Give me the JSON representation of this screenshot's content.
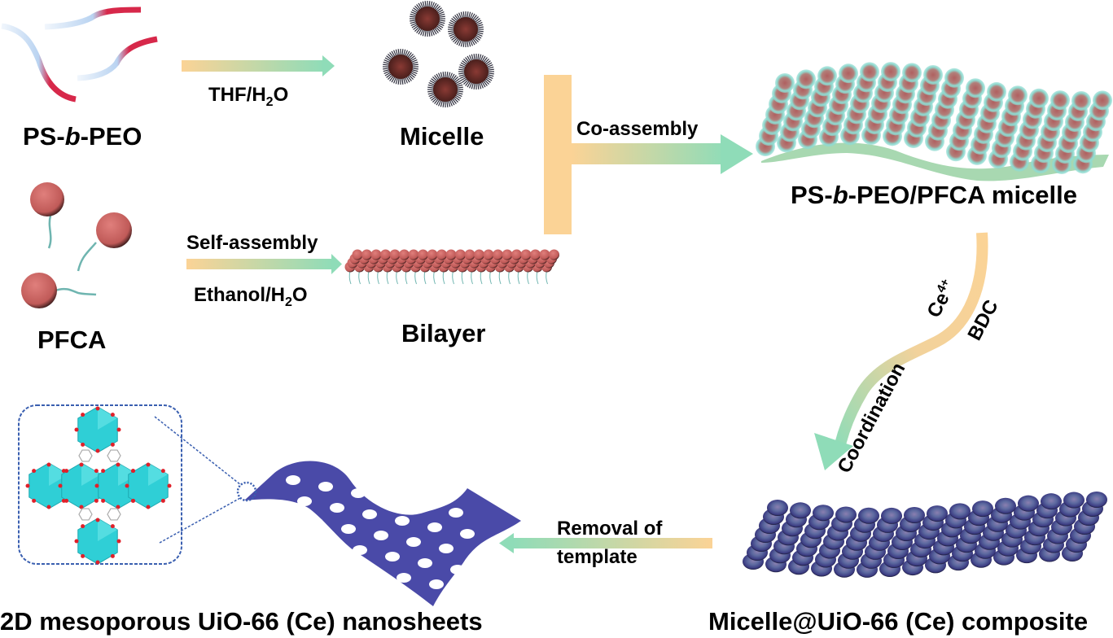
{
  "title": "Synthesis scheme of 2D mesoporous UiO-66 (Ce) nanosheets",
  "colors": {
    "arrow_start": "#fbd396",
    "arrow_end": "#8fdcb8",
    "ps_block": "#b9d3f1",
    "peo_block": "#d7284a",
    "pfca_head": "#c8605e",
    "pfca_tail": "#6fb5b0",
    "micelle_core": "#6b2f2a",
    "sheet_micelle_shell": "#8fdad0",
    "mof_cluster": "#2fcfd6",
    "oxygen": "#e0202a",
    "nanosheet": "#4a4aa8",
    "inset_border": "#3a5fb0"
  },
  "nodes": {
    "ps_b_peo": {
      "prefix": "PS-",
      "italic": "b",
      "suffix": "-PEO"
    },
    "micelle": {
      "label": "Micelle"
    },
    "pfca": {
      "label": "PFCA"
    },
    "bilayer": {
      "label": "Bilayer"
    },
    "composite_micelle": {
      "prefix": "PS-",
      "italic": "b",
      "suffix": "-PEO/PFCA micelle"
    },
    "composite": {
      "label": "Micelle@UiO-66 (Ce) composite"
    },
    "nanosheets": {
      "label": "2D mesoporous UiO-66 (Ce) nanosheets"
    }
  },
  "arrows": {
    "thf": {
      "main": "THF/H",
      "sub": "2",
      "tail": "O"
    },
    "self_assembly": {
      "label": "Self-assembly"
    },
    "ethanol": {
      "main": "Ethanol/H",
      "sub": "2",
      "tail": "O"
    },
    "co_assembly": {
      "label": "Co-assembly"
    },
    "ce": {
      "main": "Ce",
      "sup": "4+"
    },
    "bdc": {
      "label": "BDC"
    },
    "coordination": {
      "label": "Coordination"
    },
    "removal_line1": {
      "label": "Removal of"
    },
    "removal_line2": {
      "label": "template"
    }
  }
}
